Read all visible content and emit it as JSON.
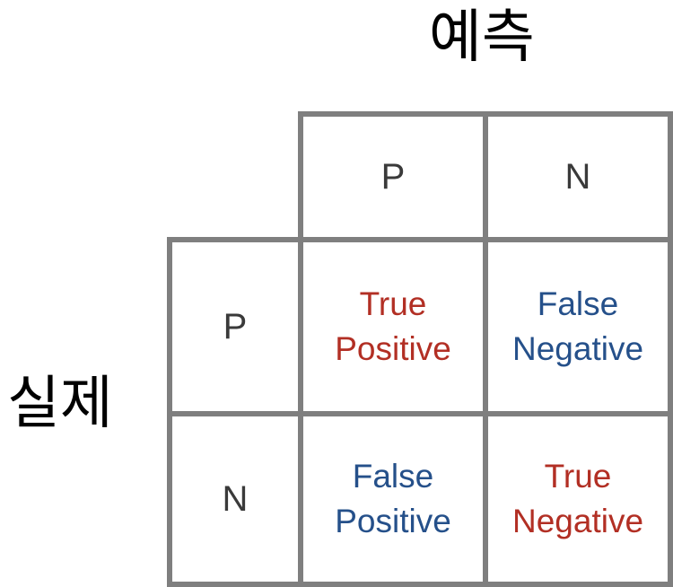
{
  "predicted_title": "예측",
  "actual_title": "실제",
  "columns": [
    {
      "label": "P"
    },
    {
      "label": "N"
    }
  ],
  "rows": [
    {
      "label": "P"
    },
    {
      "label": "N"
    }
  ],
  "cells": {
    "tp": {
      "line1": "True",
      "line2": "Positive",
      "color": "#b22f24"
    },
    "fn": {
      "line1": "False",
      "line2": "Negative",
      "color": "#25508a"
    },
    "fp": {
      "line1": "False",
      "line2": "Positive",
      "color": "#25508a"
    },
    "tn": {
      "line1": "True",
      "line2": "Negative",
      "color": "#b22f24"
    }
  },
  "colors": {
    "grid": "#7f7f7f",
    "header_text": "#3a3a3a",
    "true_outcome": "#b22f24",
    "false_outcome": "#25508a"
  }
}
